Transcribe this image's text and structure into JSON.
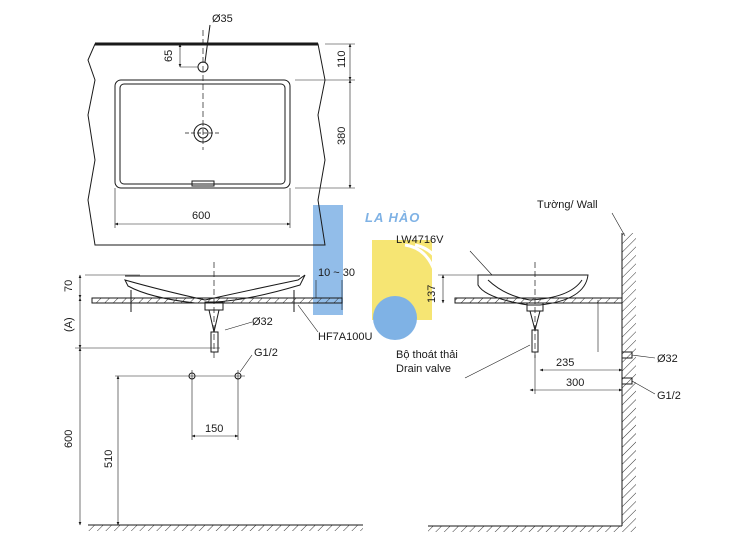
{
  "top_view": {
    "tap_hole": "Ø35",
    "offset_top": "65",
    "depth_top": "110",
    "bowl_depth": "380",
    "bowl_width": "600"
  },
  "front_view": {
    "rim_height": "70",
    "counter_thickness": "10 ~ 30",
    "drop_label": "(A)",
    "waste_dia": "Ø32",
    "supply_thread": "G1/2",
    "supply_spacing": "150",
    "height_600": "600",
    "height_510": "510",
    "bracket_code": "HF7A100U"
  },
  "side_view": {
    "wall_label": "Tường/ Wall",
    "model_code": "LW4716V",
    "basin_height": "137",
    "drain_vi": "Bộ thoát thải",
    "drain_en": "Drain valve",
    "waste_offset": "235",
    "supply_offset": "300",
    "waste_dia": "Ø32",
    "supply_thread": "G1/2"
  },
  "logo": {
    "text": "LA HÀO",
    "color_blue": "#7fb2e5",
    "color_yellow": "#f4e05a"
  }
}
